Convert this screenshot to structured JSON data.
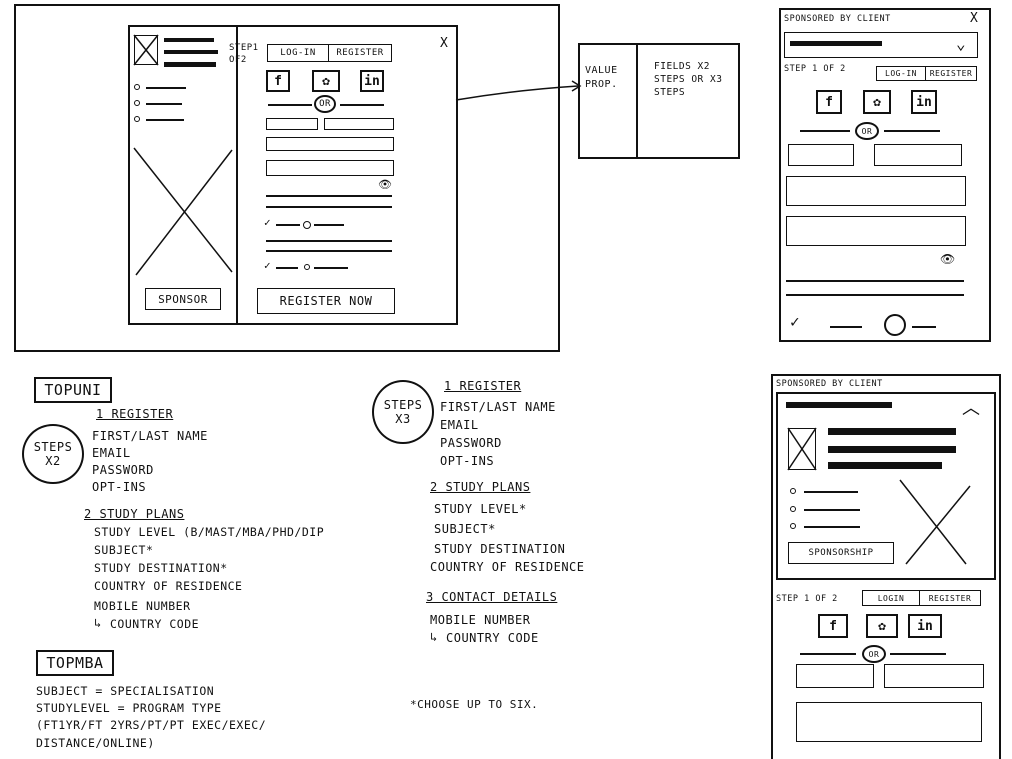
{
  "desktop": {
    "step": "STEP1 OF2",
    "tab_login": "LOG-IN",
    "tab_register": "REGISTER",
    "or": "OR",
    "sponsor": "SPONSOR",
    "cta": "REGISTER NOW",
    "close": "X"
  },
  "popout": {
    "left": "VALUE PROP.",
    "right": "FIELDS X2 STEPS OR X3 STEPS"
  },
  "mobile1": {
    "header": "SPONSORED BY CLIENT",
    "close": "X",
    "step": "STEP 1 OF 2",
    "tab_login": "LOG-IN",
    "tab_register": "REGISTER",
    "or": "OR"
  },
  "mobile2": {
    "header": "SPONSORED BY CLIENT",
    "sponsorship": "SPONSORSHIP",
    "step": "STEP 1 OF 2",
    "tab_login": "LOGIN",
    "tab_register": "REGISTER",
    "or": "OR"
  },
  "icons": {
    "facebook": "f",
    "instagram": "✿",
    "linkedin": "in"
  },
  "topuni": {
    "title": "TOPUNI",
    "steps": "STEPS X2",
    "section1": "1 REGISTER",
    "items1": [
      "FIRST/LAST NAME",
      "EMAIL",
      "PASSWORD",
      "OPT-INS"
    ],
    "section2": "2 STUDY PLANS",
    "items2": [
      "STUDY LEVEL (B/MAST/MBA/PHD/DIP",
      "SUBJECT*",
      "STUDY DESTINATION*",
      "COUNTRY OF RESIDENCE",
      "MOBILE NUMBER",
      "COUNTRY CODE"
    ]
  },
  "steps3": {
    "steps": "STEPS X3",
    "section1": "1 REGISTER",
    "items1": [
      "FIRST/LAST NAME",
      "EMAIL",
      "PASSWORD",
      "OPT-INS"
    ],
    "section2": "2 STUDY PLANS",
    "items2": [
      "STUDY LEVEL*",
      "SUBJECT*",
      "STUDY DESTINATION",
      "COUNTRY OF RESIDENCE"
    ],
    "section3": "3 CONTACT DETAILS",
    "items3": [
      "MOBILE NUMBER",
      "COUNTRY CODE"
    ]
  },
  "topmba": {
    "title": "TOPMBA",
    "lines": [
      "SUBJECT = SPECIALISATION",
      "STUDYLEVEL = PROGRAM TYPE",
      "(FT1YR/FT 2YRS/PT/PT EXEC/EXEC/",
      "DISTANCE/ONLINE)"
    ]
  },
  "footnote": "*CHOOSE UP TO SIX."
}
